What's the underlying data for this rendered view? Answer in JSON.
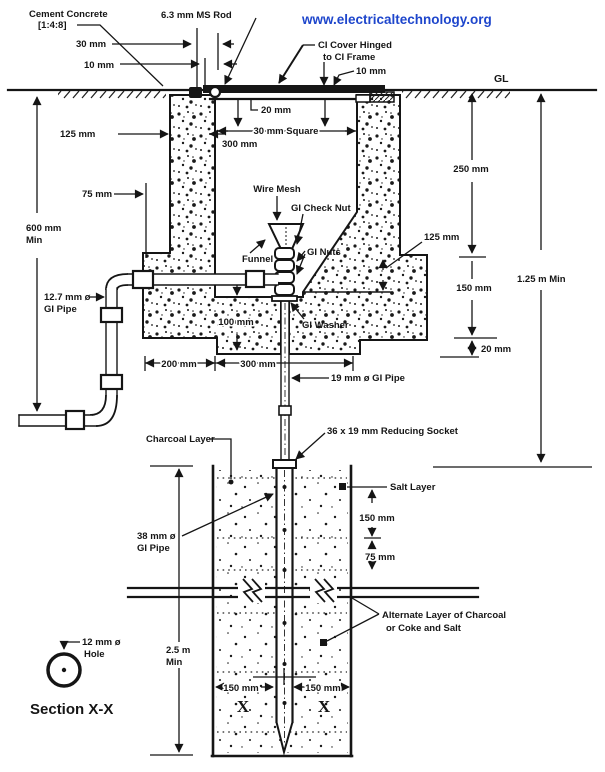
{
  "colors": {
    "link_blue": "#1e46cc",
    "ink": "#151515"
  },
  "header": {
    "website": "www.electricaltechnology.org"
  },
  "labels": {
    "cement_concrete_l1": "Cement Concrete",
    "cement_concrete_l2": "[1:4:8]",
    "ms_rod": "6.3 mm MS Rod",
    "dim_30mm_rod": "30 mm",
    "dim_10mm_rod": "10 mm",
    "ci_cover_l1": "CI Cover Hinged",
    "ci_cover_l2": "to CI Frame",
    "dim_10mm_cover": "10 mm",
    "ground_level": "GL",
    "dim_20mm_cover": "20 mm",
    "dim_30mm_square": "30 mm Square",
    "dim_300mm_depth": "300 mm",
    "dim_125mm_wall": "125 mm",
    "dim_250mm": "250 mm",
    "dim_75mm_step": "75 mm",
    "wire_mesh": "Wire Mesh",
    "gi_check_nut": "GI Check Nut",
    "funnel": "Funnel",
    "gi_nuts": "GI Nuts",
    "dim_125mm_haunch": "125 mm",
    "dim_600mm_l1": "600 mm",
    "dim_600mm_l2": "Min",
    "dim_150mm_right": "150 mm",
    "dim_1_25m": "1.25 m Min",
    "pipe_12_7_l1": "12.7 mm ø",
    "pipe_12_7_l2": "GI Pipe",
    "dim_100mm": "100 mm",
    "gi_washer": "GI Washer",
    "dim_20mm_right": "20 mm",
    "dim_200mm": "200 mm",
    "dim_300mm_width": "300 mm",
    "pipe_19mm": "19 mm ø GI Pipe",
    "charcoal_layer": "Charcoal Layer",
    "reducing_socket": "36 x 19 mm Reducing Socket",
    "salt_layer": "Salt Layer",
    "dim_150mm_salt": "150 mm",
    "dim_75mm_salt": "75 mm",
    "pipe_38_l1": "38 mm ø",
    "pipe_38_l2": "GI Pipe",
    "alternate_layer_l1": "Alternate Layer of Charcoal",
    "alternate_layer_l2": "or Coke and Salt",
    "dim_2_5m_l1": "2.5 m",
    "dim_2_5m_l2": "Min",
    "dim_150mm_bottom_left": "150 mm",
    "dim_150mm_bottom_right": "150 mm",
    "section_x_left": "X",
    "section_x_right": "X",
    "hole_l1": "12 mm ø",
    "hole_l2": "Hole",
    "section_title": "Section X-X"
  }
}
